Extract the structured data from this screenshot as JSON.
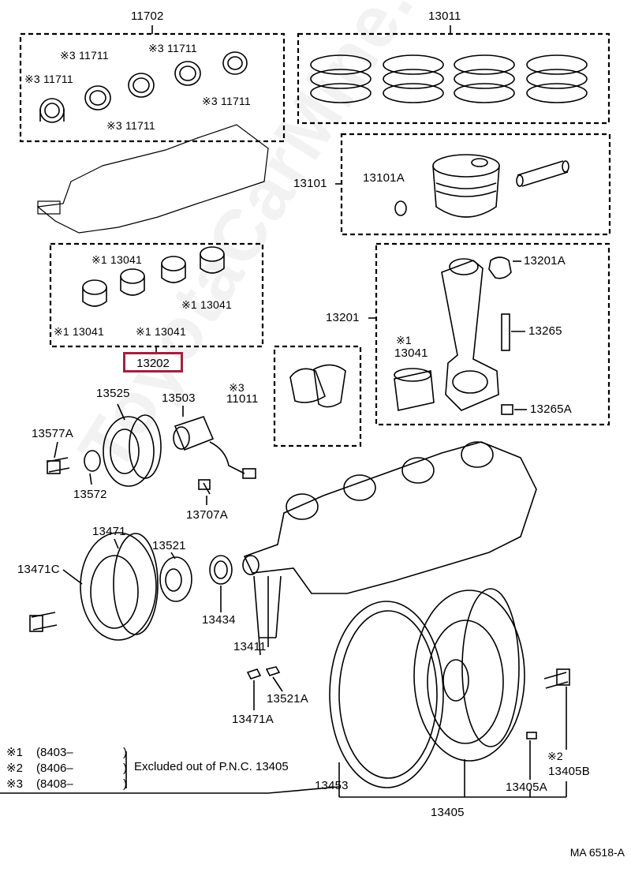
{
  "labels": {
    "group_bearings_upper": "11702",
    "upper_b1": "※3 11711",
    "upper_b2": "※3 11711",
    "upper_b3": "※3 11711",
    "upper_b4": "※3 11711",
    "upper_b5": "※3 11711",
    "piston_rings": "13011",
    "piston_set": "13101",
    "piston_clip": "13101A",
    "lower_b1": "※1 13041",
    "lower_b2": "※1 13041",
    "lower_b3": "※1 13041",
    "lower_b4": "※1 13041",
    "con_rod_group": "13202",
    "con_rod": "13201",
    "con_rod_bushing": "13201A",
    "con_rod_bolt": "13265",
    "con_rod_nut": "13265A",
    "con_rod_bearing_mark": "※1",
    "con_rod_bearing": "13041",
    "thrust_washer_mark": "※3",
    "thrust_washer": "11011",
    "cam_gear": "13525",
    "cam_gear_bolt": "13577A",
    "cam_gear_plate": "13572",
    "sensor": "13503",
    "sensor_bolt": "13707A",
    "crank_pulley": "13471",
    "pulley_bolt": "13471C",
    "crank_timing_gear": "13521",
    "crank_bearing_sleeve": "13434",
    "crankshaft": "13411",
    "crank_key_a": "13471A",
    "crank_key_b": "13521A",
    "flywheel_bolt_mark": "※2",
    "flywheel_bolt": "13405B",
    "flywheel_pin": "13405A",
    "ring_gear": "13453",
    "flywheel": "13405"
  },
  "footnotes": [
    {
      "mark": "※1",
      "date": "(8403–",
      "close": ")"
    },
    {
      "mark": "※2",
      "date": "(8406–",
      "close": ")"
    },
    {
      "mark": "※3",
      "date": "(8408–",
      "close": ")"
    }
  ],
  "excluded_note": "Excluded out of P.N.C. 13405",
  "drawing_id": "MA 6518-A",
  "watermark": "ToyotaCarMine.ru",
  "colors": {
    "highlight": "#a3203f",
    "ink": "#000000"
  }
}
